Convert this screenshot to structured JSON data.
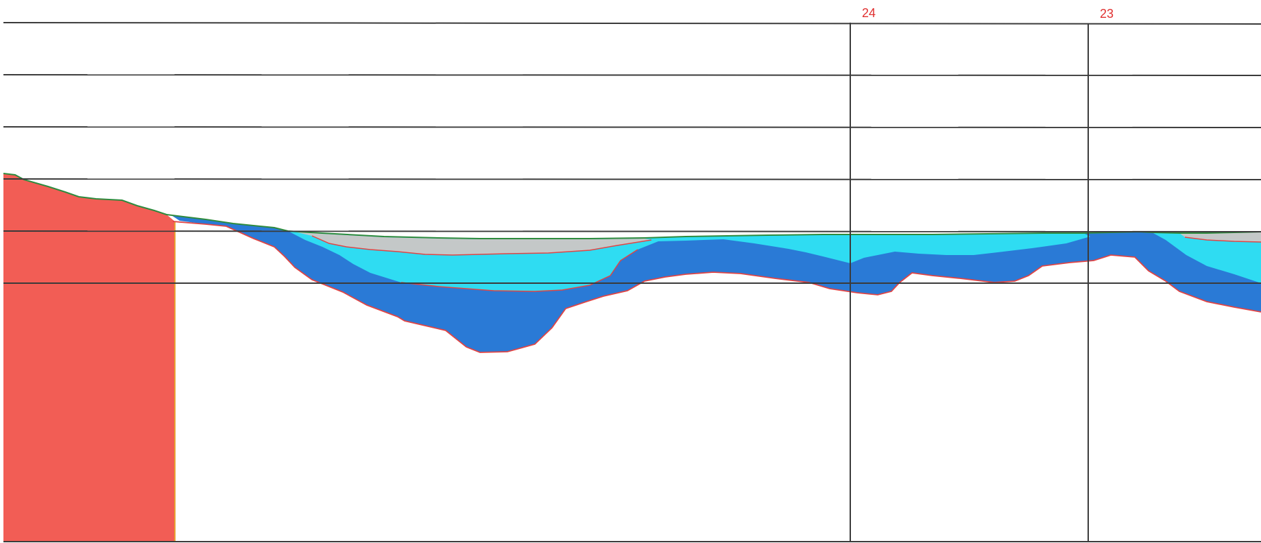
{
  "section_markers": [
    {
      "id": "24",
      "label": "24"
    },
    {
      "id": "23",
      "label": "23"
    }
  ],
  "colors": {
    "background": "#ffffff",
    "grid_line": "#3a3a3a",
    "terrain_fill": "#f25d55",
    "terrain_edge": "#e8a030",
    "ground_line": "#2e8b3e",
    "deep_layer": "#2a7ad6",
    "water_layer": "#2fdcf2",
    "surface_layer": "#c4c8c8",
    "boundary_line": "#e04545",
    "marker_text": "#e03030"
  }
}
